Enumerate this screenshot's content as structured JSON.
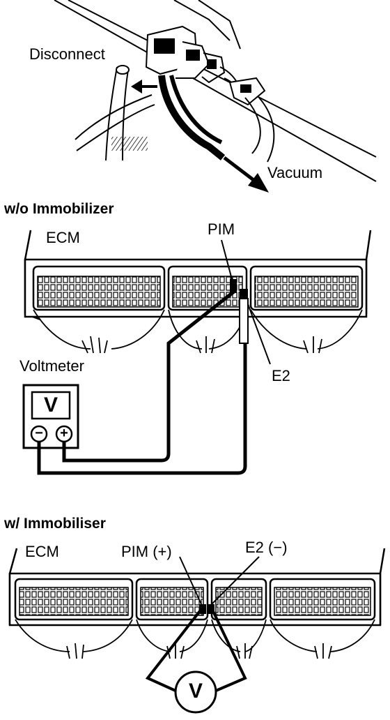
{
  "top": {
    "disconnect_label": "Disconnect",
    "vacuum_label": "Vacuum"
  },
  "section1": {
    "title": "w/o Immobilizer",
    "ecm_label": "ECM",
    "pim_label": "PIM",
    "e2_label": "E2",
    "voltmeter_label": "Voltmeter",
    "meter_symbol": "V",
    "minus_symbol": "−",
    "plus_symbol": "+"
  },
  "section2": {
    "title": "w/ Immobiliser",
    "ecm_label": "ECM",
    "pim_label": "PIM (+)",
    "e2_label": "E2 (−)",
    "meter_symbol": "V"
  }
}
